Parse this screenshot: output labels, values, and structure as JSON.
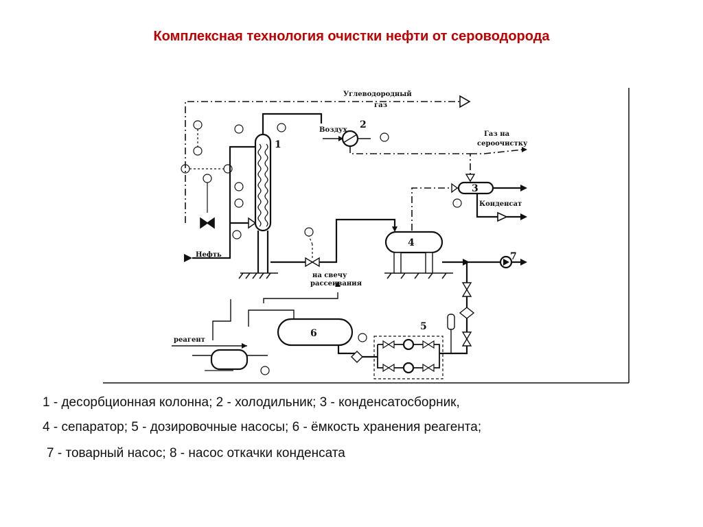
{
  "title": "Комплексная технология очистки нефти от сероводорода",
  "colors": {
    "title": "#c00000",
    "ink": "#111111",
    "background": "#ffffff"
  },
  "diagram": {
    "labels": {
      "hydrocarbon_gas_line1": "Углеводородный",
      "hydrocarbon_gas_line2": "газ",
      "air": "Воздух",
      "gas_to_cleaning_line1": "Газ на",
      "gas_to_cleaning_line2": "сероочистку",
      "oil": "Нефть",
      "condensate": "Конденсат",
      "to_flare_line1": "на свечу",
      "to_flare_line2": "рассеивания",
      "reagent": "реагент"
    },
    "numbers": [
      "1",
      "2",
      "3",
      "4",
      "5",
      "6",
      "7"
    ]
  },
  "captions": [
    "1 - десорбционная колонна; 2 - холодильник; 3 - конденсатосборник,",
    "4 - сепаратор; 5 - дозировочные насосы; 6 - ёмкость хранения реагента;",
    "7 - товарный насос; 8 - насос откачки конденсата"
  ]
}
